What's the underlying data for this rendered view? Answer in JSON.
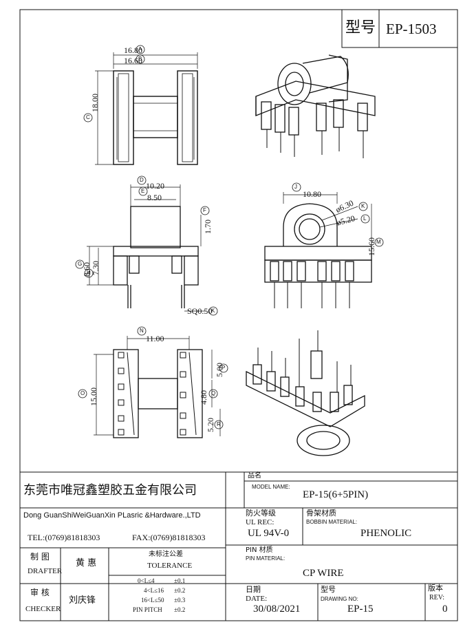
{
  "header": {
    "type_label": "型号",
    "part_number": "EP-1503"
  },
  "views": {
    "top_left": {
      "dim_a": "16.80",
      "dim_b": "16.60",
      "dim_c": "18.00",
      "marker_a": "A",
      "marker_b": "B",
      "marker_c": "C"
    },
    "mid_left": {
      "dim_d": "10.20",
      "dim_e": "8.50",
      "dim_f": "1.70",
      "dim_g": "8.60",
      "dim_h": "7.30",
      "pin_sq": "SQ0.50",
      "marker_d": "D",
      "marker_e": "E",
      "marker_f": "F",
      "marker_g": "G",
      "marker_h": "H",
      "marker_k": "K"
    },
    "mid_right": {
      "dim_j": "10.80",
      "dim_k": "ø6.30",
      "dim_l": "ø5.20",
      "dim_m": "15.60",
      "marker_j": "J",
      "marker_k": "K",
      "marker_l": "L",
      "marker_m": "M"
    },
    "bottom_left": {
      "dim_n": "11.00",
      "dim_o": "15.00",
      "dim_p": "5.00",
      "dim_q": "4.80",
      "dim_r": "5.20",
      "marker_n": "N",
      "marker_o": "O",
      "marker_p": "P",
      "marker_q": "Q",
      "marker_r": "R"
    }
  },
  "title_block": {
    "company_cn": "东莞市唯冠鑫塑胶五金有限公司",
    "company_en": "Dong GuanShiWeiGuanXin PLasric &Hardware.,LTD",
    "tel": "TEL:(0769)81818303",
    "fax": "FAX:(0769)81818303",
    "product_name_cn": "品名",
    "model_name_label": "MODEL NAME:",
    "model_name": "EP-15(6+5PIN)",
    "fire_rating_cn": "防火等级",
    "ul_rec_label": "UL REC:",
    "ul_rec_value": "UL 94V-0",
    "bobbin_material_cn": "骨架材质",
    "bobbin_material_label": "BOBBIN MATERIAL:",
    "bobbin_material_value": "PHENOLIC",
    "pin_material_cn": "PIN 材质",
    "pin_material_label": "PIN MATERIAL:",
    "pin_material_value": "CP WIRE",
    "drafter_cn": "制  图",
    "drafter_label": "DRAFTER",
    "drafter_name": "黄 惠",
    "tolerance_cn": "未标注公差",
    "tolerance_label": "TOLERANCE",
    "tol_rows": [
      {
        "range": "0<L≤4",
        "value": "±0.1"
      },
      {
        "range": "4<L≤16",
        "value": "±0.2"
      },
      {
        "range": "16<L≤50",
        "value": "±0.3"
      },
      {
        "range": "PIN PITCH",
        "value": "±0.2"
      }
    ],
    "checker_cn": "审  核",
    "checker_label": "CHECKER",
    "checker_name": "刘庆锋",
    "date_cn": "日期",
    "date_label": "DATE:",
    "date_value": "30/08/2021",
    "drawing_no_cn": "型号",
    "drawing_no_label": "DRAWING NO:",
    "drawing_no_value": "EP-15",
    "rev_cn": "版本",
    "rev_label": "REV:",
    "rev_value": "0"
  }
}
